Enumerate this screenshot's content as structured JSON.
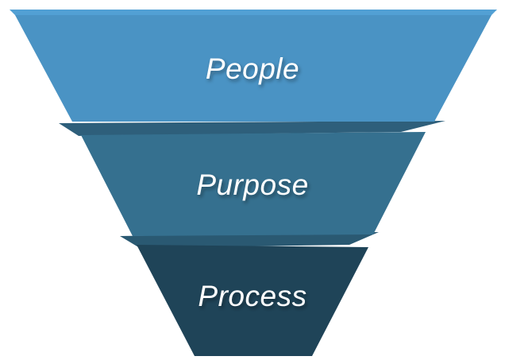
{
  "diagram": {
    "type": "inverted-pyramid-funnel",
    "background_color": "#ffffff",
    "label_text_color": "#ffffff"
  },
  "layers": [
    {
      "label": "People",
      "face_color": "#4a93c4",
      "bevel_color": "#52a0d4"
    },
    {
      "label": "Purpose",
      "face_color": "#35708f",
      "bevel_color": "#2e5f7b"
    },
    {
      "label": "Process",
      "face_color": "#1f4458",
      "bevel_color": "#2a5972"
    }
  ]
}
